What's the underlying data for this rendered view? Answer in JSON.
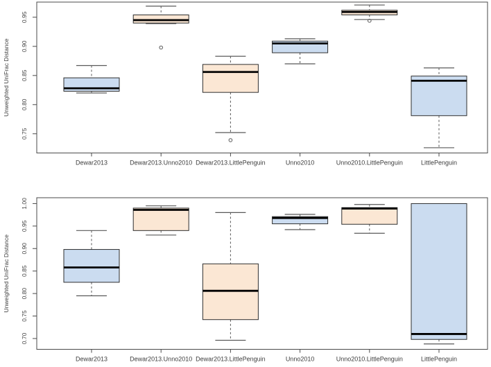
{
  "page": {
    "background": "#ffffff"
  },
  "colors": {
    "blue_fill": "#cbdcf0",
    "peach_fill": "#fbe7d4",
    "box_border": "#2e2e2e",
    "median": "#000000",
    "whisker": "#585858",
    "frame": "#4a4a4a",
    "text": "#3d3d3d"
  },
  "chart_data": [
    {
      "type": "boxplot",
      "title": "",
      "ylabel": "Unweighted UniFrac Distance",
      "xlabel": "",
      "grid": false,
      "legend": "none",
      "ylim": [
        0.717,
        0.976
      ],
      "yticks": [
        0.75,
        0.8,
        0.85,
        0.9,
        0.95
      ],
      "categories": [
        "Dewar2013",
        "Dewar2013.Unno2010",
        "Dewar2013.LittlePenguin",
        "Unno2010",
        "Unno2010.LittlePenguin",
        "LittlePenguin"
      ],
      "boxes": [
        {
          "category": "Dewar2013",
          "color": "blue",
          "whisker_low": 0.82,
          "q1": 0.823,
          "median": 0.828,
          "q3": 0.846,
          "whisker_high": 0.867,
          "outliers": []
        },
        {
          "category": "Dewar2013.Unno2010",
          "color": "peach",
          "whisker_low": 0.939,
          "q1": 0.94,
          "median": 0.945,
          "q3": 0.954,
          "whisker_high": 0.969,
          "outliers": [
            0.898
          ]
        },
        {
          "category": "Dewar2013.LittlePenguin",
          "color": "peach",
          "whisker_low": 0.752,
          "q1": 0.821,
          "median": 0.856,
          "q3": 0.869,
          "whisker_high": 0.883,
          "outliers": [
            0.739
          ]
        },
        {
          "category": "Unno2010",
          "color": "blue",
          "whisker_low": 0.87,
          "q1": 0.889,
          "median": 0.905,
          "q3": 0.909,
          "whisker_high": 0.913,
          "outliers": []
        },
        {
          "category": "Unno2010.LittlePenguin",
          "color": "peach",
          "whisker_low": 0.946,
          "q1": 0.954,
          "median": 0.959,
          "q3": 0.962,
          "whisker_high": 0.971,
          "outliers": [
            0.944
          ]
        },
        {
          "category": "LittlePenguin",
          "color": "blue",
          "whisker_low": 0.726,
          "q1": 0.781,
          "median": 0.841,
          "q3": 0.849,
          "whisker_high": 0.863,
          "outliers": []
        }
      ]
    },
    {
      "type": "boxplot",
      "title": "",
      "ylabel": "Unweighted UniFrac Distance",
      "xlabel": "",
      "grid": false,
      "legend": "none",
      "ylim": [
        0.676,
        1.013
      ],
      "yticks": [
        0.7,
        0.75,
        0.8,
        0.85,
        0.9,
        0.95,
        1.0
      ],
      "categories": [
        "Dewar2013",
        "Dewar2013.Unno2010",
        "Dewar2013.LittlePenguin",
        "Unno2010",
        "Unno2010.LittlePenguin",
        "LittlePenguin"
      ],
      "boxes": [
        {
          "category": "Dewar2013",
          "color": "blue",
          "whisker_low": 0.795,
          "q1": 0.825,
          "median": 0.858,
          "q3": 0.898,
          "whisker_high": 0.94,
          "outliers": []
        },
        {
          "category": "Dewar2013.Unno2010",
          "color": "peach",
          "whisker_low": 0.93,
          "q1": 0.94,
          "median": 0.986,
          "q3": 0.99,
          "whisker_high": 0.995,
          "outliers": []
        },
        {
          "category": "Dewar2013.LittlePenguin",
          "color": "peach",
          "whisker_low": 0.696,
          "q1": 0.742,
          "median": 0.806,
          "q3": 0.866,
          "whisker_high": 0.98,
          "outliers": []
        },
        {
          "category": "Unno2010",
          "color": "blue",
          "whisker_low": 0.942,
          "q1": 0.955,
          "median": 0.968,
          "q3": 0.971,
          "whisker_high": 0.976,
          "outliers": []
        },
        {
          "category": "Unno2010.LittlePenguin",
          "color": "peach",
          "whisker_low": 0.934,
          "q1": 0.954,
          "median": 0.989,
          "q3": 0.991,
          "whisker_high": 0.998,
          "outliers": []
        },
        {
          "category": "LittlePenguin",
          "color": "blue",
          "whisker_low": 0.688,
          "q1": 0.698,
          "median": 0.71,
          "q3": 1.0,
          "whisker_high": 1.0,
          "outliers": []
        }
      ]
    }
  ]
}
